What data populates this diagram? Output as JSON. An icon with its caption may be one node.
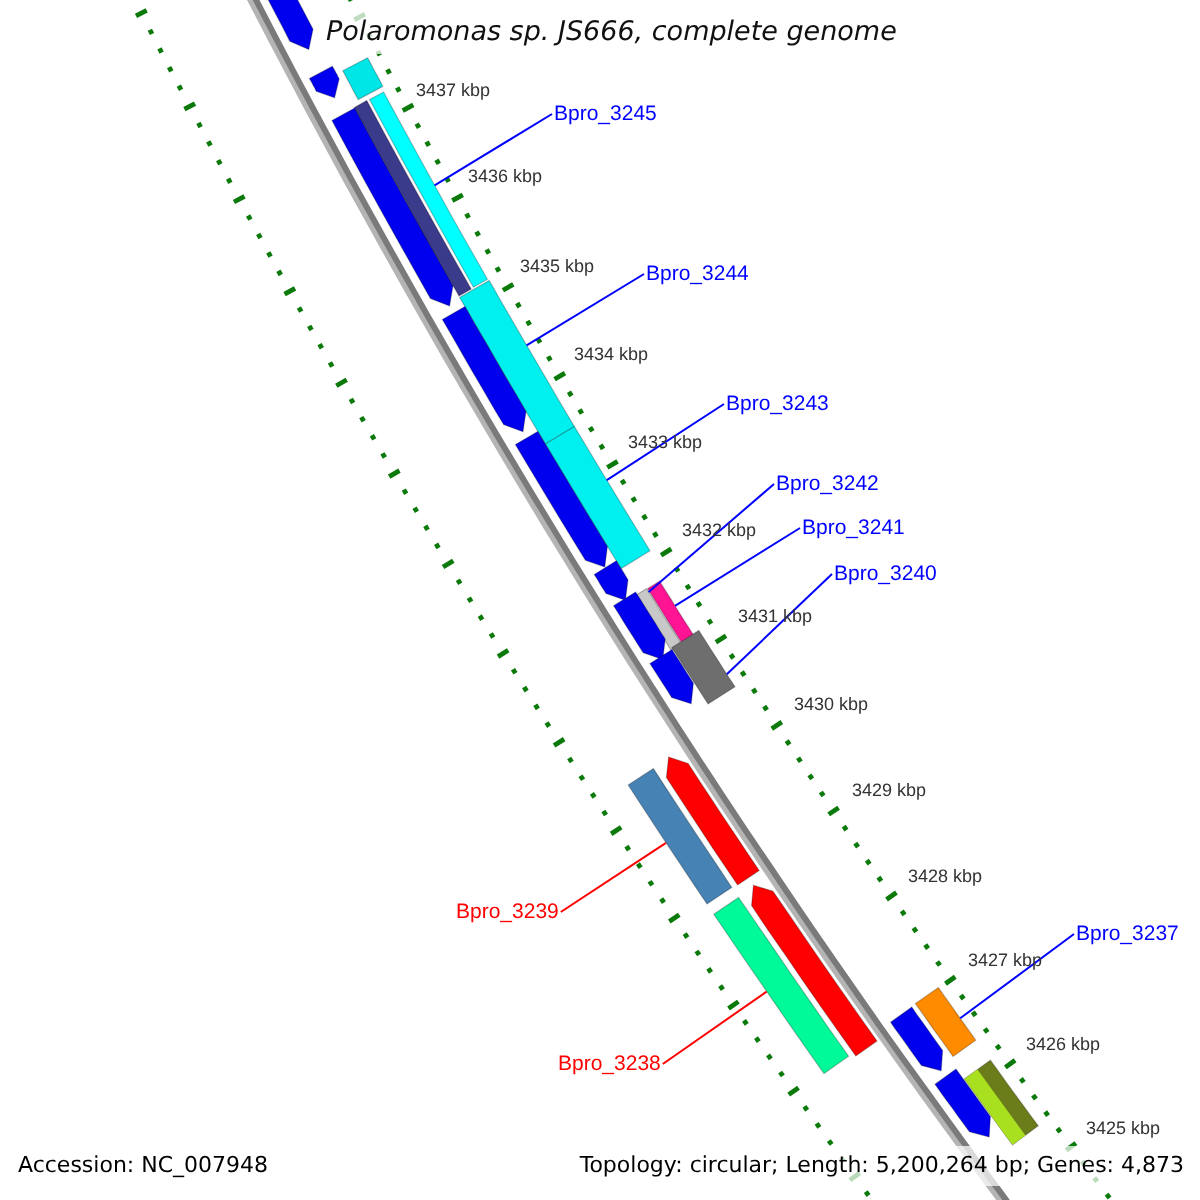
{
  "diagram": {
    "title": "Polaromonas sp. JS666, complete genome",
    "nodes": [
      {
        "text": [
          "Bpro_3245"
        ]
      },
      {
        "text": [],
        "shape": "bar"
      },
      {
        "text": [
          "Bpro_3244"
        ]
      },
      {
        "text": [],
        "shape": "bar"
      },
      {
        "text": [
          "Bpro_3243"
        ]
      },
      {
        "text": [],
        "shape": "bar"
      },
      {
        "text": [
          "Bpro_3242"
        ]
      },
      {
        "text": [],
        "shape": "bar"
      },
      {
        "text": [
          "Bpro_3241"
        ]
      },
      {
        "text": [],
        "shape": "bar"
      },
      {
        "text": [
          "Bpro_3240"
        ]
      },
      {
        "text": [],
        "shape": "bar"
      },
      {
        "text": [
          "Bpro_3239"
        ]
      },
      {
        "text": [],
        "shape": "bar"
      },
      {
        "text": [
          "Bpro_3238"
        ]
      },
      {
        "text": [],
        "shape": "bar"
      },
      {
        "text": [
          "Bpro_3237"
        ]
      },
      {
        "text": [],
        "shape": "bar"
      },
      {
        "text": [],
        "shape": "arrow"
      },
      {
        "text": [],
        "shape": "arrow"
      },
      {
        "text": [],
        "shape": "arrow"
      },
      {
        "text": [],
        "shape": "arrow"
      },
      {
        "text": [],
        "shape": "arrow"
      },
      {
        "text": [],
        "shape": "arrow"
      },
      {
        "text": [],
        "shape": "arrow"
      },
      {
        "text": [],
        "shape": "arrow"
      },
      {
        "text": [],
        "shape": "arrow"
      },
      {
        "text": [],
        "shape": "arrow"
      },
      {
        "text": [],
        "shape": "bar"
      },
      {
        "text": [],
        "shape": "bar"
      },
      {
        "text": [],
        "shape": "arrow"
      },
      {
        "text": [],
        "shape": "arrow"
      },
      {
        "text": [],
        "shape": "bar"
      }
    ],
    "edges": [
      {
        "from": 0,
        "to": 1,
        "arrow": "none"
      },
      {
        "from": 2,
        "to": 3,
        "arrow": "none"
      },
      {
        "from": 4,
        "to": 5,
        "arrow": "none"
      },
      {
        "from": 6,
        "to": 7,
        "arrow": "none"
      },
      {
        "from": 8,
        "to": 9,
        "arrow": "none"
      },
      {
        "from": 10,
        "to": 11,
        "arrow": "none"
      },
      {
        "from": 12,
        "to": 13,
        "arrow": "none",
        "color": "#ff0000"
      },
      {
        "from": 14,
        "to": 15,
        "arrow": "none",
        "color": "#ff0000"
      },
      {
        "from": 16,
        "to": 17,
        "arrow": "none"
      }
    ],
    "labels": [
      "3437 kbp",
      "3436 kbp",
      "3435 kbp",
      "3434 kbp",
      "3433 kbp",
      "3432 kbp",
      "3431 kbp",
      "3430 kbp",
      "3429 kbp",
      "3428 kbp",
      "3427 kbp",
      "3426 kbp",
      "3425 kbp",
      "Accession: NC_007948",
      "Topology: circular; Length: 5,200,264 bp; Genes: 4,873"
    ]
  }
}
